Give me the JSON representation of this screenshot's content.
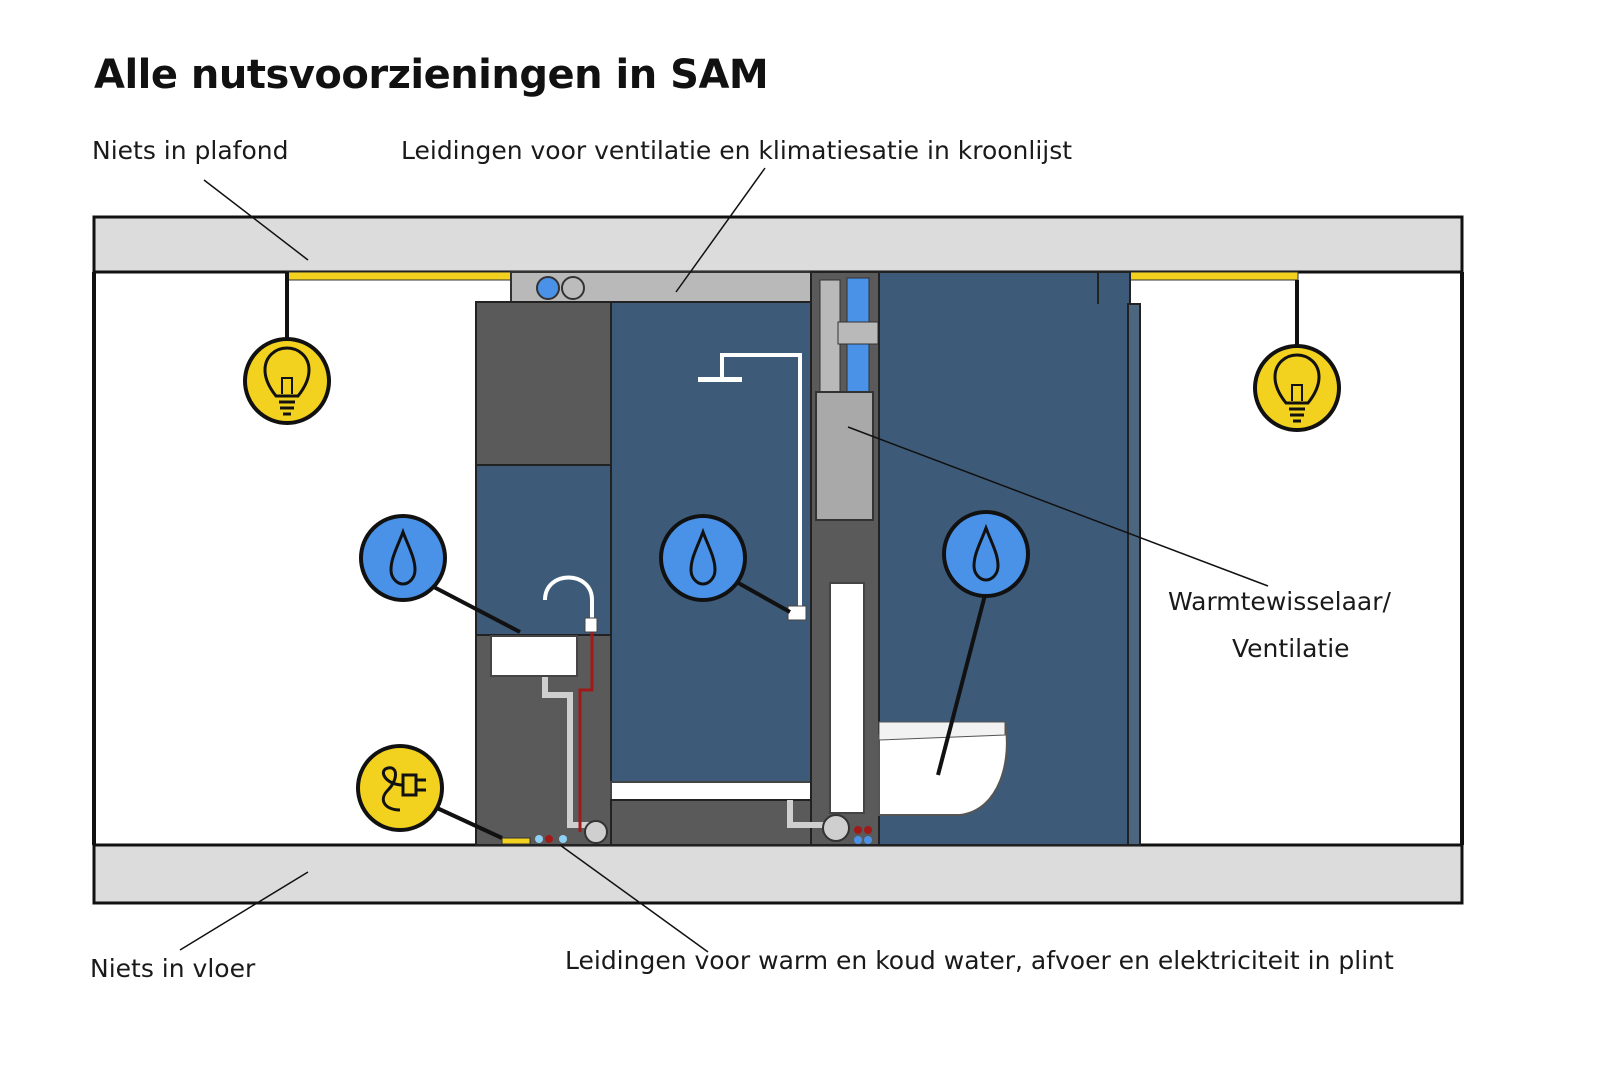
{
  "title": "Alle nutsvoorzieningen in SAM",
  "labels": {
    "ceiling": "Niets in plafond",
    "cornice": "Leidingen voor ventilatie en klimatiesatie in kroonlijst",
    "heat_exchanger_line1": "Warmtewisselaar/",
    "heat_exchanger_line2": "Ventilatie",
    "floor": "Niets in vloer",
    "plinth": "Leidingen voor warm en koud water, afvoer en elektriciteit in plint"
  },
  "colors": {
    "slab": "#dcdcdc",
    "dark_blue": "#3d5b79",
    "grey": "#5a5a5a",
    "light_grey": "#a9a9a9",
    "yellow": "#f2d21e",
    "water_blue": "#4a92e8",
    "pipe_red": "#a11a1a",
    "outline": "#111111"
  },
  "icons": [
    "lightbulb-icon",
    "lightbulb-icon",
    "water-drop-icon",
    "water-drop-icon",
    "water-drop-icon",
    "plug-icon"
  ]
}
